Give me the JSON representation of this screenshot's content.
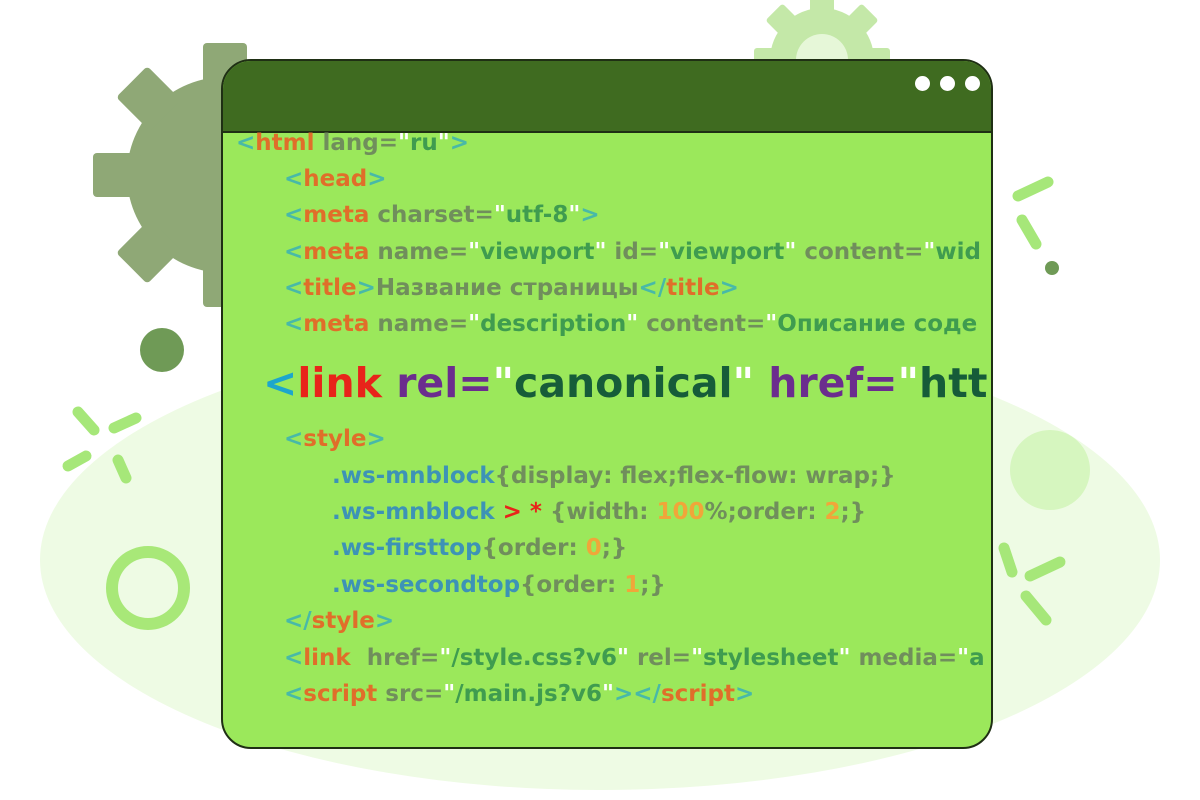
{
  "window": {
    "dots": [
      "",
      "",
      ""
    ]
  },
  "code_lines": [
    {
      "tokens": [
        {
          "text": "<",
          "cls": "b"
        },
        {
          "text": "html",
          "cls": "t"
        },
        {
          "text": " lang="
        },
        {
          "text": "\"",
          "cls": "q"
        },
        {
          "text": "ru",
          "cls": "s"
        },
        {
          "text": "\"",
          "cls": "q"
        },
        {
          "text": ">",
          "cls": "b"
        }
      ]
    },
    {
      "tokens": [
        {
          "text": "<",
          "cls": "b"
        },
        {
          "text": "head",
          "cls": "t"
        },
        {
          "text": ">",
          "cls": "b"
        }
      ]
    },
    {
      "tokens": [
        {
          "text": "<",
          "cls": "b"
        },
        {
          "text": "meta",
          "cls": "t"
        },
        {
          "text": " charset="
        },
        {
          "text": "\"",
          "cls": "q"
        },
        {
          "text": "utf-8",
          "cls": "s"
        },
        {
          "text": "\"",
          "cls": "q"
        },
        {
          "text": ">",
          "cls": "b"
        }
      ]
    },
    {
      "tokens": [
        {
          "text": "<",
          "cls": "b"
        },
        {
          "text": "meta",
          "cls": "t"
        },
        {
          "text": " name="
        },
        {
          "text": "\"",
          "cls": "q"
        },
        {
          "text": "viewport",
          "cls": "s"
        },
        {
          "text": "\"",
          "cls": "q"
        },
        {
          "text": " id="
        },
        {
          "text": "\"",
          "cls": "q"
        },
        {
          "text": "viewport",
          "cls": "s"
        },
        {
          "text": "\"",
          "cls": "q"
        },
        {
          "text": " content="
        },
        {
          "text": "\"",
          "cls": "q"
        },
        {
          "text": "wid",
          "cls": "s"
        }
      ]
    },
    {
      "tokens": [
        {
          "text": "<",
          "cls": "b"
        },
        {
          "text": "title",
          "cls": "t"
        },
        {
          "text": ">",
          "cls": "b"
        },
        {
          "text": "Название страницы"
        },
        {
          "text": "</",
          "cls": "b"
        },
        {
          "text": "title",
          "cls": "t"
        },
        {
          "text": ">",
          "cls": "b"
        }
      ]
    },
    {
      "tokens": [
        {
          "text": "<",
          "cls": "b"
        },
        {
          "text": "meta",
          "cls": "t"
        },
        {
          "text": " name="
        },
        {
          "text": "\"",
          "cls": "q"
        },
        {
          "text": "description",
          "cls": "s"
        },
        {
          "text": "\"",
          "cls": "q"
        },
        {
          "text": " content="
        },
        {
          "text": "\"",
          "cls": "q"
        },
        {
          "text": "Описание соде",
          "cls": "s"
        }
      ]
    },
    {
      "big": true,
      "tokens": [
        {
          "text": "<",
          "cls": "bb"
        },
        {
          "text": "link",
          "cls": "bt"
        },
        {
          "text": " rel=",
          "cls": "ba"
        },
        {
          "text": "\"",
          "cls": "q"
        },
        {
          "text": "canonical",
          "cls": "bs"
        },
        {
          "text": "\"",
          "cls": "q"
        },
        {
          "text": " href=",
          "cls": "ba"
        },
        {
          "text": "\"",
          "cls": "q"
        },
        {
          "text": "htt",
          "cls": "bs"
        }
      ]
    },
    {
      "tokens": [
        {
          "text": "<",
          "cls": "b"
        },
        {
          "text": "style",
          "cls": "t"
        },
        {
          "text": ">",
          "cls": "b"
        }
      ]
    },
    {
      "tokens": [
        {
          "text": ".ws-mnblock",
          "cls": "sel"
        },
        {
          "text": "{display: flex;flex-flow: wrap;}"
        }
      ]
    },
    {
      "tokens": [
        {
          "text": ".ws-mnblock",
          "cls": "sel"
        },
        {
          "text": " > * ",
          "cls": "op"
        },
        {
          "text": "{width: "
        },
        {
          "text": "100",
          "cls": "n"
        },
        {
          "text": "%;order: "
        },
        {
          "text": "2",
          "cls": "n"
        },
        {
          "text": ";}"
        }
      ]
    },
    {
      "tokens": [
        {
          "text": ".ws-firsttop",
          "cls": "sel"
        },
        {
          "text": "{order: "
        },
        {
          "text": "0",
          "cls": "n"
        },
        {
          "text": ";}"
        }
      ]
    },
    {
      "tokens": [
        {
          "text": ".ws-secondtop",
          "cls": "sel"
        },
        {
          "text": "{order: "
        },
        {
          "text": "1",
          "cls": "n"
        },
        {
          "text": ";}"
        }
      ]
    },
    {
      "tokens": [
        {
          "text": "</",
          "cls": "b"
        },
        {
          "text": "style",
          "cls": "t"
        },
        {
          "text": ">",
          "cls": "b"
        }
      ]
    },
    {
      "tokens": [
        {
          "text": "<",
          "cls": "b"
        },
        {
          "text": "link",
          "cls": "t"
        },
        {
          "text": "  href="
        },
        {
          "text": "\"",
          "cls": "q"
        },
        {
          "text": "/style.css?v6",
          "cls": "s"
        },
        {
          "text": "\"",
          "cls": "q"
        },
        {
          "text": " rel="
        },
        {
          "text": "\"",
          "cls": "q"
        },
        {
          "text": "stylesheet",
          "cls": "s"
        },
        {
          "text": "\"",
          "cls": "q"
        },
        {
          "text": " media="
        },
        {
          "text": "\"",
          "cls": "q"
        },
        {
          "text": "a",
          "cls": "s"
        }
      ]
    },
    {
      "tokens": [
        {
          "text": "<",
          "cls": "b"
        },
        {
          "text": "script",
          "cls": "t"
        },
        {
          "text": " src="
        },
        {
          "text": "\"",
          "cls": "q"
        },
        {
          "text": "/main.js?v6",
          "cls": "s"
        },
        {
          "text": "\"",
          "cls": "q"
        },
        {
          "text": "></",
          "cls": "b"
        },
        {
          "text": "script",
          "cls": "t"
        },
        {
          "text": ">",
          "cls": "b"
        }
      ]
    }
  ],
  "colors": {
    "editor_bg": "#9be85b",
    "titlebar": "#3f6b20",
    "gear": "#8ba870",
    "decor_light": "#c8f2a0"
  }
}
